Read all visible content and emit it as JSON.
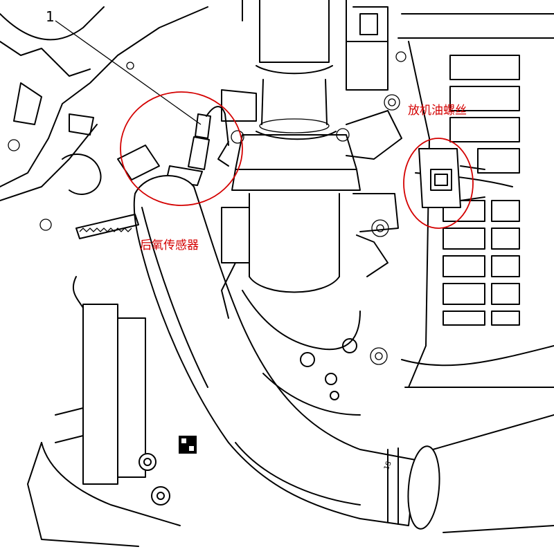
{
  "diagram": {
    "callout_number": "1",
    "labels": {
      "rear_oxygen_sensor": "后氧传感器",
      "oil_drain_plug": "放机油螺丝"
    },
    "part_code": "1S",
    "highlight_color": "#d40000",
    "line_color": "#000000"
  }
}
